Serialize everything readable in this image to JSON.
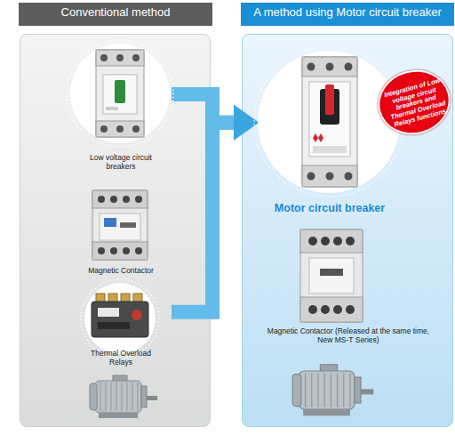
{
  "diagram": {
    "nodes": [
      {
        "text": [
          "Conventional method"
        ]
      },
      {
        "text": [
          "Low voltage circuit breakers"
        ],
        "in": 0
      },
      {
        "text": [
          "Magnetic Contactor"
        ],
        "in": 0
      },
      {
        "text": [
          "Thermal Overload Relays"
        ],
        "in": 0
      },
      {
        "text": [
          "A method using Motor circuit breaker"
        ]
      },
      {
        "text": [
          "Motor circuit breaker"
        ],
        "in": 4
      },
      {
        "text": [
          "Integration of Low voltage circuit breakers and Thermal Overload Relays functions"
        ],
        "in": 4
      },
      {
        "text": [
          "Magnetic Contactor (Released at the same time, New MS-T Series)"
        ],
        "in": 4
      }
    ],
    "edges": [
      {
        "from": 1,
        "to": 5,
        "arrow": "to"
      },
      {
        "from": 3,
        "to": 5,
        "arrow": "to"
      }
    ]
  }
}
